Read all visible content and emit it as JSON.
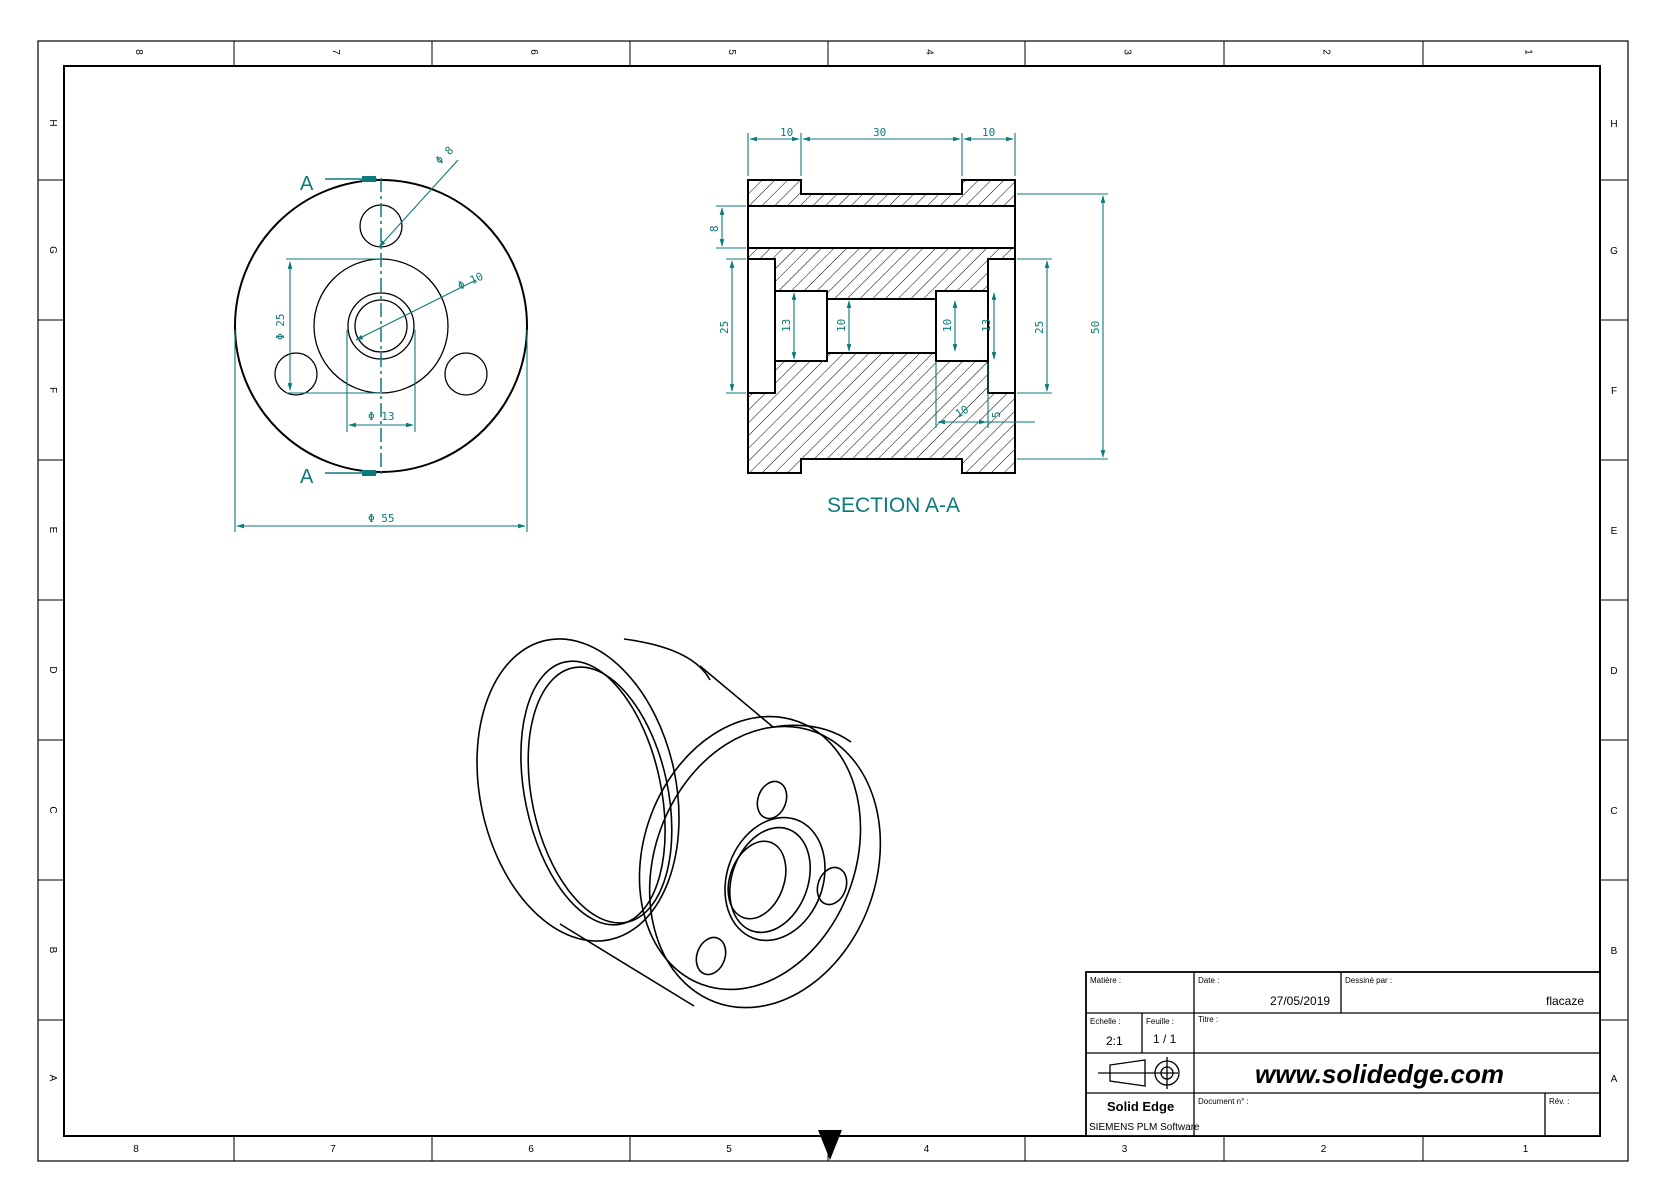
{
  "border": {
    "columns": [
      "8",
      "7",
      "6",
      "5",
      "4",
      "3",
      "2",
      "1"
    ],
    "rows": [
      "H",
      "G",
      "F",
      "E",
      "D",
      "C",
      "B",
      "A"
    ]
  },
  "front_view": {
    "section_marker_top": "A",
    "section_marker_bottom": "A",
    "dim_hole": "Φ 8",
    "dim_bore": "Φ 10",
    "dim_hub": "Φ 25",
    "dim_counterbore": "Φ 13",
    "dim_outer": "Φ 55"
  },
  "section_view": {
    "title": "SECTION A-A",
    "dim_left_flange": "10",
    "dim_middle": "30",
    "dim_right_flange": "10",
    "dim_hole": "8",
    "dim_left_25": "25",
    "dim_left_13": "13",
    "dim_left_10": "10",
    "dim_right_10": "10",
    "dim_right_13": "13",
    "dim_right_25": "25",
    "dim_height": "50",
    "dim_depth_10": "10",
    "dim_depth_5": "5"
  },
  "title_block": {
    "matiere_label": "Matière :",
    "date_label": "Date :",
    "date_value": "27/05/2019",
    "dessine_label": "Dessiné par :",
    "dessine_value": "flacaze",
    "echelle_label": "Echelle :",
    "echelle_value": "2:1",
    "feuille_label": "Feuille :",
    "feuille_value": "1 / 1",
    "titre_label": "Titre :",
    "website": "www.solidedge.com",
    "brand": "Solid Edge",
    "brand_sub": "SIEMENS PLM Software",
    "document_label": "Document n° :",
    "rev_label": "Rév. :"
  }
}
